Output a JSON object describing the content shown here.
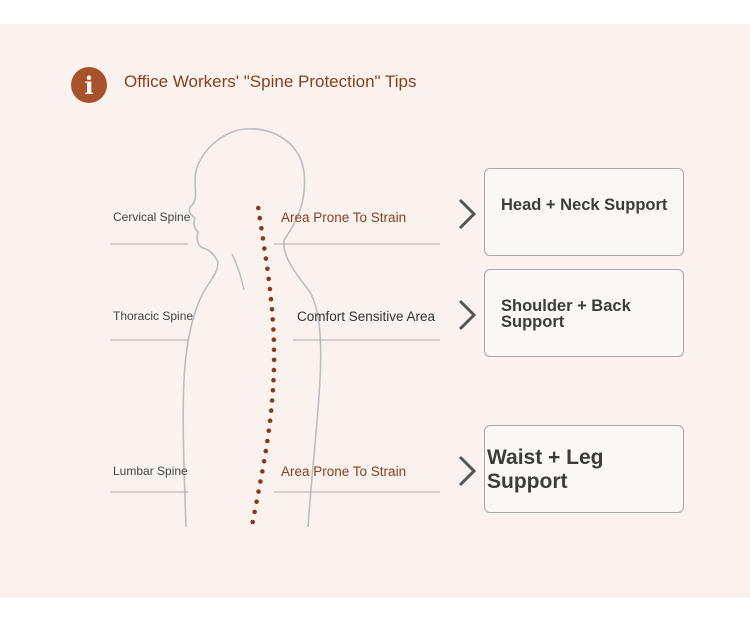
{
  "header": {
    "icon": "info-icon",
    "title": "Office Workers' \"Spine Protection\" Tips"
  },
  "spine_regions": [
    {
      "name": "Cervical Spine",
      "note": "Area Prone To Strain",
      "note_color": "#8b3f1d",
      "card": "Head + Neck Support"
    },
    {
      "name": "Thoracic Spine",
      "note": "Comfort Sensitive Area",
      "note_color": "#333333",
      "card": "Shoulder + Back Support"
    },
    {
      "name": "Lumbar Spine",
      "note": "Area Prone To Strain",
      "note_color": "#8b3f1d",
      "card": "Waist + Leg Support"
    }
  ],
  "colors": {
    "accent": "#a8522b",
    "spine_dots": "#8b3a17",
    "outline": "#bdbdbd"
  }
}
